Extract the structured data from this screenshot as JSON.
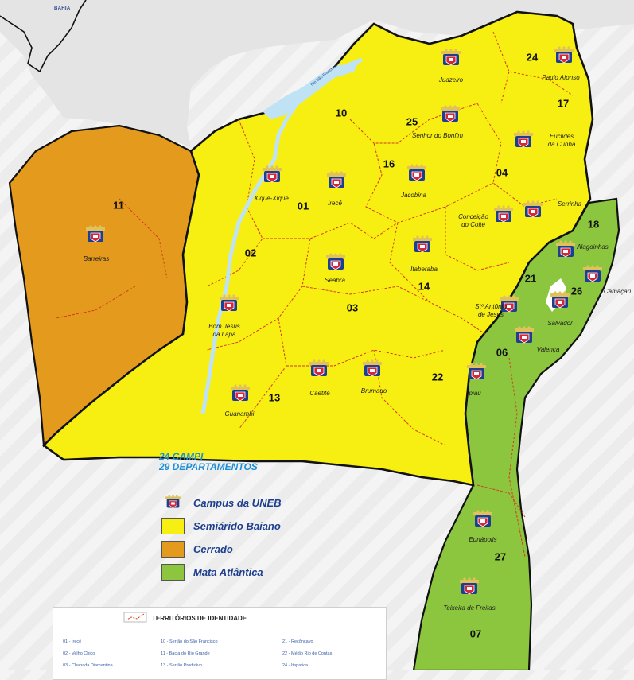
{
  "state_tag": "BAHIA",
  "colors": {
    "semiarido": "#f7ef12",
    "cerrado": "#e39a1d",
    "mata": "#8cc63f",
    "border": "#111111",
    "territory_line": "#d23b1f",
    "river": "#bfe3f5",
    "outside": "#e4e4e4",
    "accent_blue": "#1d8fd6"
  },
  "campuses": [
    {
      "name": "Juazeiro",
      "icon": "campus-emblem-icon"
    },
    {
      "name": "Paulo Afonso",
      "icon": "campus-emblem-icon"
    },
    {
      "name": "Senhor do Bonfim",
      "icon": "campus-emblem-icon"
    },
    {
      "name": "Euclides da Cunha",
      "icon": "campus-emblem-icon"
    },
    {
      "name": "Xique-Xique",
      "icon": "campus-emblem-icon"
    },
    {
      "name": "Irecê",
      "icon": "campus-emblem-icon"
    },
    {
      "name": "Jacobina",
      "icon": "campus-emblem-icon"
    },
    {
      "name": "Conceição do Coité",
      "icon": "campus-emblem-icon"
    },
    {
      "name": "Serrinha",
      "icon": "campus-emblem-icon"
    },
    {
      "name": "Barreiras",
      "icon": "campus-emblem-icon"
    },
    {
      "name": "Seabra",
      "icon": "campus-emblem-icon"
    },
    {
      "name": "Itaberaba",
      "icon": "campus-emblem-icon"
    },
    {
      "name": "Alagoinhas",
      "icon": "campus-emblem-icon"
    },
    {
      "name": "Camaçari",
      "icon": "campus-emblem-icon"
    },
    {
      "name": "Salvador",
      "icon": "campus-emblem-icon"
    },
    {
      "name": "Santo Antônio de Jesus",
      "icon": "campus-emblem-icon"
    },
    {
      "name": "Bom Jesus da Lapa",
      "icon": "campus-emblem-icon"
    },
    {
      "name": "Valença",
      "icon": "campus-emblem-icon"
    },
    {
      "name": "Caetité",
      "icon": "campus-emblem-icon"
    },
    {
      "name": "Brumado",
      "icon": "campus-emblem-icon"
    },
    {
      "name": "Ipiaú",
      "icon": "campus-emblem-icon"
    },
    {
      "name": "Guanambi",
      "icon": "campus-emblem-icon"
    },
    {
      "name": "Eunápolis",
      "icon": "campus-emblem-icon"
    },
    {
      "name": "Teixeira de Freitas",
      "icon": "campus-emblem-icon"
    }
  ],
  "labels": {
    "juazeiro": "Juazeiro",
    "paulo_afonso": "Paulo Afonso",
    "senhor_bonfim": "Senhor do Bonfim",
    "euclides_1": "Euclides",
    "euclides_2": "da Cunha",
    "xique": "Xique-Xique",
    "irece": "Irecê",
    "jacobina": "Jacobina",
    "coite_1": "Conceição",
    "coite_2": "do Coité",
    "serrinha": "Serrinha",
    "barreiras": "Barreiras",
    "seabra": "Seabra",
    "itaberaba": "Itaberaba",
    "alagoinhas": "Alagoinhas",
    "camacari": "Camaçari",
    "salvador": "Salvador",
    "santo_1": "Stº Antônio",
    "santo_2": "de Jesus",
    "lapa_1": "Bom Jesus",
    "lapa_2": "da Lapa",
    "valenca": "Valença",
    "caetite": "Caetité",
    "brumado": "Brumado",
    "ipiau": "Ipiaú",
    "guanambi": "Guanambi",
    "eunapolis": "Eunápolis",
    "teixeira": "Teixeira de Freitas",
    "river": "Rio São Francisco"
  },
  "territory_numbers": {
    "t24": "24",
    "t17": "17",
    "t10": "10",
    "t25": "25",
    "t16": "16",
    "t04": "04",
    "t01": "01",
    "t11": "11",
    "t02": "02",
    "t18": "18",
    "t21": "21",
    "t14": "14",
    "t26": "26",
    "t03": "03",
    "t06": "06",
    "t22": "22",
    "t13": "13",
    "t27": "27",
    "t07": "07"
  },
  "headline": {
    "campi": "24 CAMPI",
    "departamentos": "29 DEPARTAMENTOS"
  },
  "legend": {
    "campus": "Campus da UNEB",
    "semiarido": "Semiárido Baiano",
    "cerrado": "Cerrado",
    "mata": "Mata Atlântica"
  },
  "territorios": {
    "title": "TERRITÓRIOS DE IDENTIDADE",
    "col1": [
      "01 - Irecê",
      "02 - Velho Chico",
      "03 - Chapada Diamantina"
    ],
    "col2": [
      "10 - Sertão do São Francisco",
      "11 - Bacia do Rio Grande",
      "13 - Sertão Produtivo"
    ],
    "col3": [
      "21 - Recôncavo",
      "22 - Médio Rio de Contas",
      "24 - Itaparica"
    ]
  }
}
